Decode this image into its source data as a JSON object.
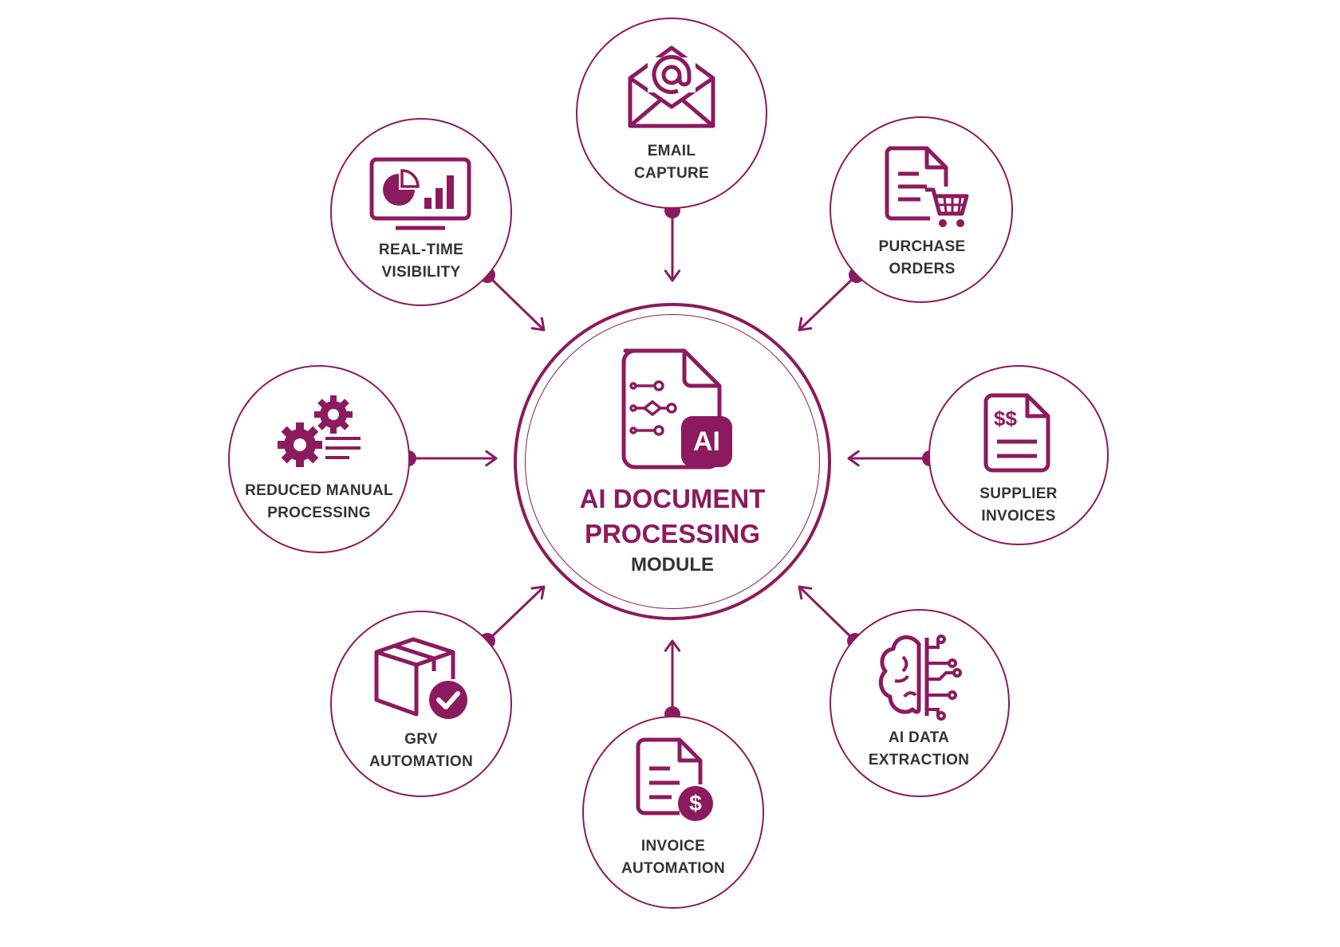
{
  "accent_color": "#8c1a5e",
  "text_color": "#333333",
  "hub": {
    "title_line1": "AI DOCUMENT",
    "title_line2": "PROCESSING",
    "subtitle": "MODULE",
    "icon": "ai-document-icon",
    "badge": "AI"
  },
  "nodes": [
    {
      "id": "email-capture",
      "line1": "EMAIL",
      "line2": "CAPTURE",
      "icon": "email-envelope-icon"
    },
    {
      "id": "purchase-orders",
      "line1": "PURCHASE",
      "line2": "ORDERS",
      "icon": "document-cart-icon"
    },
    {
      "id": "supplier-invoices",
      "line1": "SUPPLIER",
      "line2": "INVOICES",
      "icon": "invoice-document-icon"
    },
    {
      "id": "ai-data-extraction",
      "line1": "AI DATA",
      "line2": "EXTRACTION",
      "icon": "brain-circuit-icon"
    },
    {
      "id": "invoice-automation",
      "line1": "INVOICE",
      "line2": "AUTOMATION",
      "icon": "document-dollar-icon"
    },
    {
      "id": "grv-automation",
      "line1": "GRV",
      "line2": "AUTOMATION",
      "icon": "box-check-icon"
    },
    {
      "id": "reduced-manual-processing",
      "line1": "REDUCED MANUAL",
      "line2": "PROCESSING",
      "icon": "gears-icon"
    },
    {
      "id": "real-time-visibility",
      "line1": "REAL-TIME",
      "line2": "VISIBILITY",
      "icon": "monitor-chart-icon"
    }
  ]
}
